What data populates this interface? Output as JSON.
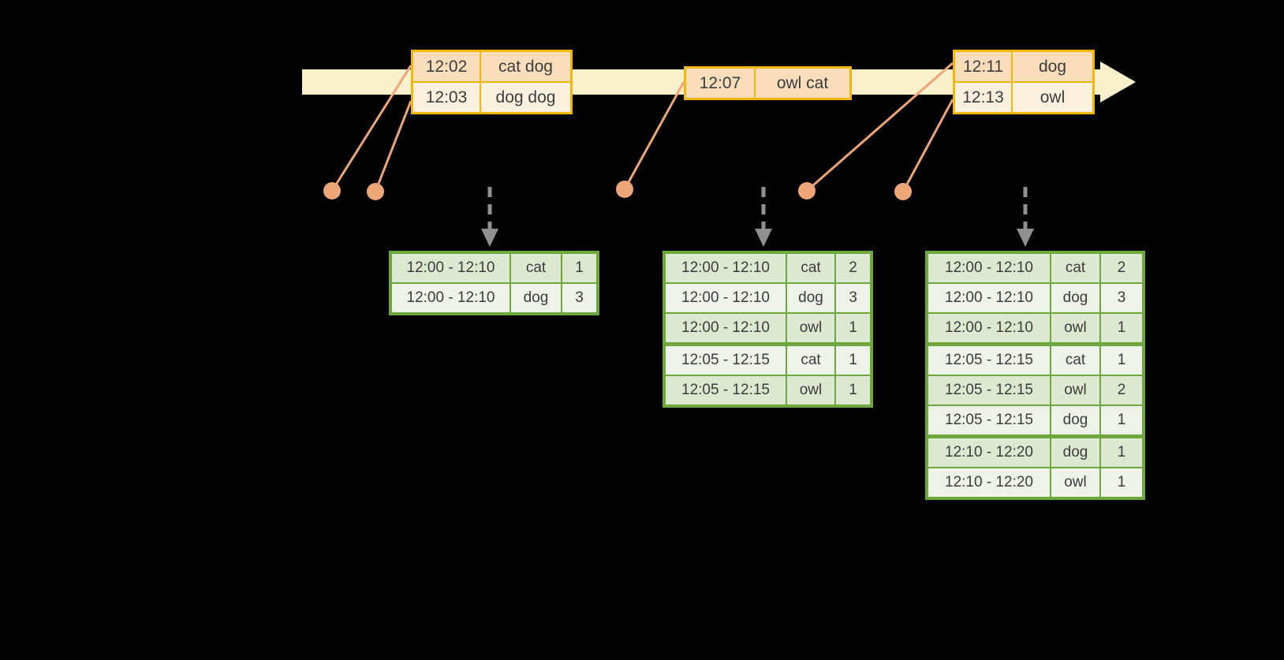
{
  "diagram_title": "windowed-grouped-aggregation-timeline",
  "colors": {
    "background": "#000000",
    "timeline_band": "#FAF0CC",
    "event_table_border": "#F2B70A",
    "event_row_dark": "#FADDBB",
    "event_row_light": "#FCF1DE",
    "connector": "#ECA678",
    "result_table_border": "#6EA83C",
    "result_row_dark": "#DDE8D1",
    "result_row_light": "#EEF3E9",
    "trigger_arrow": "#909090",
    "text": "#3C3C3C"
  },
  "icons": {
    "timeline_arrowhead": "right-arrow",
    "trigger_arrow": "dashed-down-arrow",
    "event_marker": "dot"
  },
  "event_tables": [
    {
      "rows": [
        {
          "time": "12:02",
          "words": "cat dog"
        },
        {
          "time": "12:03",
          "words": "dog dog"
        }
      ]
    },
    {
      "rows": [
        {
          "time": "12:07",
          "words": "owl cat"
        }
      ]
    },
    {
      "rows": [
        {
          "time": "12:11",
          "words": "dog"
        },
        {
          "time": "12:13",
          "words": "owl"
        }
      ]
    }
  ],
  "result_tables": [
    {
      "rows": [
        {
          "window": "12:00 - 12:10",
          "word": "cat",
          "count": "1"
        },
        {
          "window": "12:00 - 12:10",
          "word": "dog",
          "count": "3"
        }
      ]
    },
    {
      "rows": [
        {
          "window": "12:00 - 12:10",
          "word": "cat",
          "count": "2"
        },
        {
          "window": "12:00 - 12:10",
          "word": "dog",
          "count": "3"
        },
        {
          "window": "12:00 - 12:10",
          "word": "owl",
          "count": "1"
        },
        {
          "window": "12:05 - 12:15",
          "word": "cat",
          "count": "1"
        },
        {
          "window": "12:05 - 12:15",
          "word": "owl",
          "count": "1"
        }
      ]
    },
    {
      "rows": [
        {
          "window": "12:00 - 12:10",
          "word": "cat",
          "count": "2"
        },
        {
          "window": "12:00 - 12:10",
          "word": "dog",
          "count": "3"
        },
        {
          "window": "12:00 - 12:10",
          "word": "owl",
          "count": "1"
        },
        {
          "window": "12:05 - 12:15",
          "word": "cat",
          "count": "1"
        },
        {
          "window": "12:05 - 12:15",
          "word": "owl",
          "count": "2"
        },
        {
          "window": "12:05 - 12:15",
          "word": "dog",
          "count": "1"
        },
        {
          "window": "12:10 - 12:20",
          "word": "dog",
          "count": "1"
        },
        {
          "window": "12:10 - 12:20",
          "word": "owl",
          "count": "1"
        }
      ]
    }
  ]
}
